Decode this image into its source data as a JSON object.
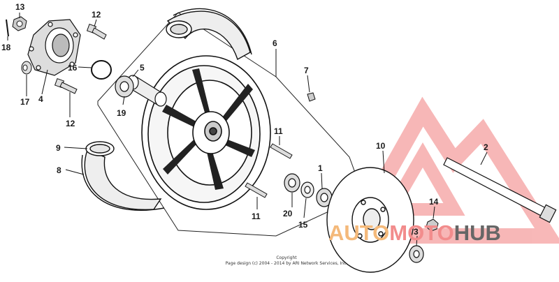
{
  "callouts": {
    "c1": "1",
    "c2": "2",
    "c3": "3",
    "c4": "4",
    "c5": "5",
    "c6": "6",
    "c7": "7",
    "c8": "8",
    "c9": "9",
    "c10": "10",
    "c11a": "11",
    "c11b": "11",
    "c12a": "12",
    "c12b": "12",
    "c13": "13",
    "c14": "14",
    "c15": "15",
    "c16": "16",
    "c17": "17",
    "c18": "18",
    "c19": "19",
    "c20": "20"
  },
  "copyright": {
    "line1": "Copyright",
    "line2": "Page design (c) 2004 - 2014 by ARI Network Services, Inc."
  },
  "watermark": {
    "part1": "AUTO",
    "part2": "MOTO",
    "part3": "HUB",
    "colors": {
      "auto": "#f4b97a",
      "moto": "#f28c8c",
      "hub": "#666666",
      "triangle": "#f5a0a0"
    }
  }
}
